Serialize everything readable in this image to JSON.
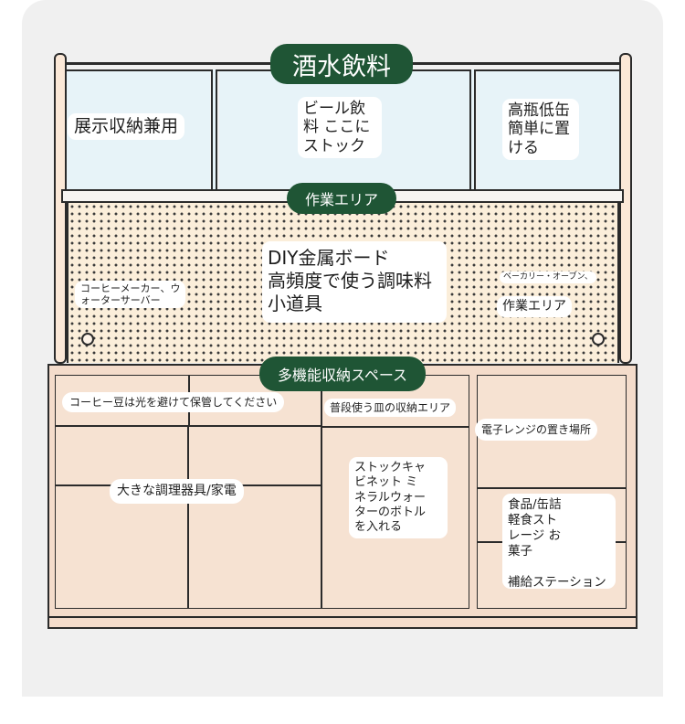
{
  "colors": {
    "accent_green": "#1f5535",
    "glass": "#e7f3f8",
    "wood": "#f4dccb",
    "pegboard": "#fbeeda",
    "card_bg": "#f0f0f0"
  },
  "sections": {
    "top_title": "酒水飲料",
    "work_title": "作業エリア",
    "cabinet_title": "多機能収納スペース"
  },
  "top_shelf": {
    "left": "展示収納兼用",
    "center": "ビール飲\n料 ここに\nストック",
    "right": "高瓶低缶\n簡単に置\nける"
  },
  "pegboard": {
    "left": "コーヒーメーカー、ウ\nォーターサーバー",
    "center": "DIY金属ボード\n高頻度で使う調味料\n小道具",
    "right_small": "ベーカリー・オーブン、",
    "right": "作業エリア"
  },
  "cabinet": {
    "coffee": "コーヒー豆は光を避けて保管してください",
    "dishes": "普段使う皿の収納エリア",
    "microwave": "電子レンジの置き場所",
    "appliances": "大きな調理器具/家電",
    "stock": "ストックキャ\nビネット ミ\nネラルウォー\nターのボトル\nを入れる",
    "food": "食品/缶詰\n軽食スト\nレージ お\n菓子",
    "supply": "補給ステーション"
  }
}
